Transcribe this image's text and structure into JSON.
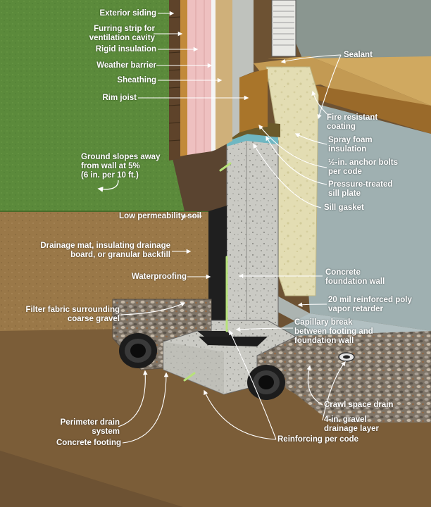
{
  "colors": {
    "grass": "#5c8a3a",
    "soil_dark": "#6e5232",
    "soil_light": "#9b7a4c",
    "concrete": "#c9c9c4",
    "spray_foam": "#e2dcb2",
    "insulation_pink": "#eec3c3",
    "wood": "#b0802e",
    "crawlspace_floor": "#8ea1a6",
    "waterproofing": "#222222",
    "label": "#ffffff",
    "rebar": "#b6e07a"
  },
  "labels": {
    "exterior_siding": "Exterior siding",
    "furring_strip": "Furring strip for\nventilation cavity",
    "rigid_insulation": "Rigid insulation",
    "weather_barrier": "Weather barrier",
    "sheathing": "Sheathing",
    "rim_joist": "Rim joist",
    "sealant": "Sealant",
    "fire_resistant_coating": "Fire resistant\ncoating",
    "spray_foam_insulation": "Spray foam\ninsulation",
    "anchor_bolts": "½-in. anchor bolts\nper code",
    "sill_plate": "Pressure-treated\nsill plate",
    "sill_gasket": "Sill gasket",
    "ground_slope": "Ground slopes away\nfrom wall at 5%\n(6 in. per 10 ft.)",
    "low_permeability_soil": "Low permeability soil",
    "drainage_mat": "Drainage mat, insulating drainage\nboard, or granular backfill",
    "waterproofing": "Waterproofing",
    "concrete_foundation_wall": "Concrete\nfoundation wall",
    "vapor_retarder": "20 mil reinforced poly\nvapor retarder",
    "filter_fabric": "Filter fabric surrounding\ncoarse gravel",
    "capillary_break": "Capillary break\nbetween footing and\nfoundation wall",
    "perimeter_drain": "Perimeter drain\nsystem",
    "concrete_footing": "Concrete footing",
    "reinforcing": "Reinforcing per code",
    "crawl_space_drain": "Crawl space drain",
    "gravel_layer": "4-in. gravel\ndrainage layer"
  }
}
